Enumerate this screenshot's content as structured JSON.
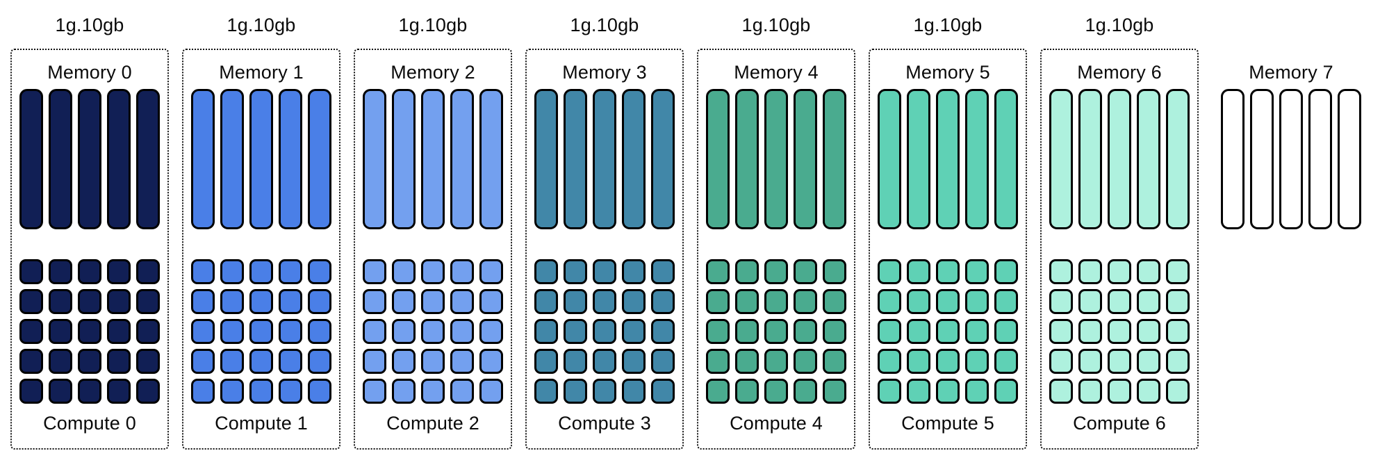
{
  "diagram": {
    "description_colors": {
      "outline": "#000000",
      "dotted_border": "#111111",
      "background": "#ffffff"
    },
    "columns": [
      {
        "profile_label": "1g.10gb",
        "memory_label": "Memory 0",
        "compute_label": "Compute 0",
        "fill_color": "#111f55",
        "boxed": true,
        "memory_bar_count": 5,
        "compute_rows": 5,
        "compute_cols": 5
      },
      {
        "profile_label": "1g.10gb",
        "memory_label": "Memory 1",
        "compute_label": "Compute 1",
        "fill_color": "#4a7fe7",
        "boxed": true,
        "memory_bar_count": 5,
        "compute_rows": 5,
        "compute_cols": 5
      },
      {
        "profile_label": "1g.10gb",
        "memory_label": "Memory 2",
        "compute_label": "Compute 2",
        "fill_color": "#73a0ef",
        "boxed": true,
        "memory_bar_count": 5,
        "compute_rows": 5,
        "compute_cols": 5
      },
      {
        "profile_label": "1g.10gb",
        "memory_label": "Memory 3",
        "compute_label": "Compute 3",
        "fill_color": "#4187a8",
        "boxed": true,
        "memory_bar_count": 5,
        "compute_rows": 5,
        "compute_cols": 5
      },
      {
        "profile_label": "1g.10gb",
        "memory_label": "Memory 4",
        "compute_label": "Compute 4",
        "fill_color": "#4aab8f",
        "boxed": true,
        "memory_bar_count": 5,
        "compute_rows": 5,
        "compute_cols": 5
      },
      {
        "profile_label": "1g.10gb",
        "memory_label": "Memory 5",
        "compute_label": "Compute 5",
        "fill_color": "#5fd1b5",
        "boxed": true,
        "memory_bar_count": 5,
        "compute_rows": 5,
        "compute_cols": 5
      },
      {
        "profile_label": "1g.10gb",
        "memory_label": "Memory 6",
        "compute_label": "Compute 6",
        "fill_color": "#aef1de",
        "boxed": true,
        "memory_bar_count": 5,
        "compute_rows": 5,
        "compute_cols": 5
      },
      {
        "profile_label": "",
        "memory_label": "Memory 7",
        "compute_label": "",
        "fill_color": "#ffffff",
        "boxed": false,
        "memory_bar_count": 5,
        "compute_rows": 0,
        "compute_cols": 0
      }
    ]
  }
}
